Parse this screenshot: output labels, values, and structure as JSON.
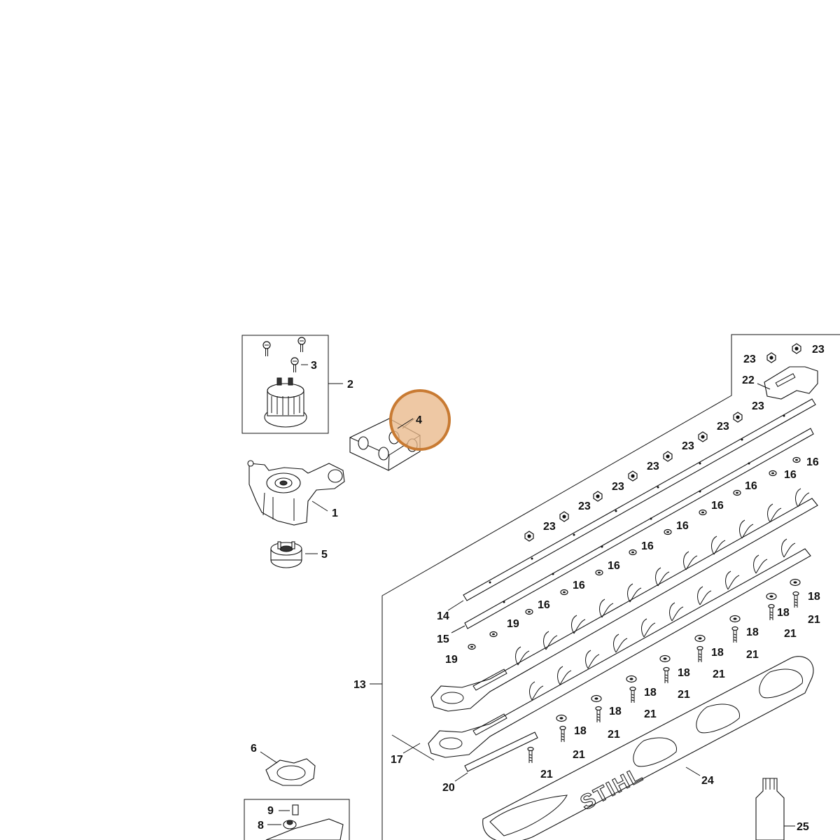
{
  "diagram": {
    "brand_logo": "STIHL",
    "highlight": {
      "label": "4",
      "color": "#c87a32",
      "fill": "#e9b98a"
    },
    "callouts": {
      "p1": "1",
      "p2": "2",
      "p3": "3",
      "p4": "4",
      "p5": "5",
      "p6": "6",
      "p8": "8",
      "p9": "9",
      "p13": "13",
      "p14": "14",
      "p15": "15",
      "p16": "16",
      "p17": "17",
      "p18": "18",
      "p19": "19",
      "p20": "20",
      "p21": "21",
      "p22": "22",
      "p23": "23",
      "p24": "24",
      "p25": "25"
    }
  }
}
